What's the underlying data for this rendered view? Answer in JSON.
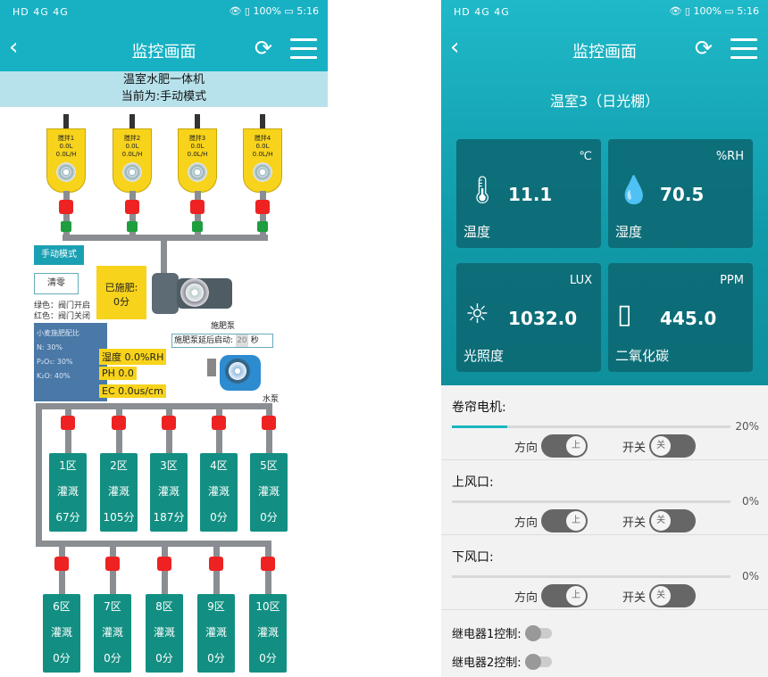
{
  "left": {
    "status": {
      "icons": "HD 4G 4G",
      "battery": "100%",
      "time": "5:16"
    },
    "appbar": {
      "title": "监控画面"
    },
    "banner": {
      "line1": "温室水肥一体机",
      "line2": "当前为:手动模式"
    },
    "tanks": [
      {
        "name": "搅拌1",
        "vol": "0.0L",
        "rate": "0.0L/H"
      },
      {
        "name": "搅拌2",
        "vol": "0.0L",
        "rate": "0.0L/H"
      },
      {
        "name": "搅拌3",
        "vol": "0.0L",
        "rate": "0.0L/H"
      },
      {
        "name": "搅拌4",
        "vol": "0.0L",
        "rate": "0.0L/H"
      }
    ],
    "mode_button": "手动模式",
    "clear_button": "清零",
    "legend": {
      "green": "绿色：阀门开启",
      "red": "红色：阀门关闭"
    },
    "applied": {
      "label": "已施肥:",
      "value": "0分"
    },
    "fert_pump": "施肥泵",
    "delay": {
      "label": "施肥泵延后启动:",
      "value": "20",
      "unit": "秒"
    },
    "ratio": {
      "title": "小麦施肥配比",
      "n": "N: 30%",
      "p": "P₂O₅: 30%",
      "k": "K₂O: 40%"
    },
    "readings": {
      "humidity": "湿度 0.0%RH",
      "ph": "PH 0.0",
      "ec": "EC 0.0us/cm"
    },
    "water_pump": "水泵",
    "zones_row1": [
      {
        "name": "1区",
        "state": "灌溉",
        "time": "67分"
      },
      {
        "name": "2区",
        "state": "灌溉",
        "time": "105分"
      },
      {
        "name": "3区",
        "state": "灌溉",
        "time": "187分"
      },
      {
        "name": "4区",
        "state": "灌溉",
        "time": "0分"
      },
      {
        "name": "5区",
        "state": "灌溉",
        "time": "0分"
      }
    ],
    "zones_row2": [
      {
        "name": "6区",
        "state": "灌溉",
        "time": "0分"
      },
      {
        "name": "7区",
        "state": "灌溉",
        "time": "0分"
      },
      {
        "name": "8区",
        "state": "灌溉",
        "time": "0分"
      },
      {
        "name": "9区",
        "state": "灌溉",
        "time": "0分"
      },
      {
        "name": "10区",
        "state": "灌溉",
        "time": "0分"
      }
    ]
  },
  "right": {
    "status": {
      "icons": "HD 4G 4G",
      "battery": "100%",
      "time": "5:16"
    },
    "appbar": {
      "title": "监控画面"
    },
    "greenhouse": "温室3（日光棚）",
    "cards": [
      {
        "unit": "℃",
        "value": "11.1",
        "label": "温度",
        "icon": "thermometer-icon"
      },
      {
        "unit": "%RH",
        "value": "70.5",
        "label": "湿度",
        "icon": "humidity-icon"
      },
      {
        "unit": "LUX",
        "value": "1032.0",
        "label": "光照度",
        "icon": "sun-icon"
      },
      {
        "unit": "PPM",
        "value": "445.0",
        "label": "二氧化碳",
        "icon": "co2-icon"
      }
    ],
    "controls": [
      {
        "title": "卷帘电机:",
        "percent": "20%",
        "progress": 0.2,
        "dir_label": "方向",
        "dir_knob": "上",
        "sw_label": "开关",
        "sw_knob": "关"
      },
      {
        "title": "上风口:",
        "percent": "0%",
        "progress": 0,
        "dir_label": "方向",
        "dir_knob": "上",
        "sw_label": "开关",
        "sw_knob": "关"
      },
      {
        "title": "下风口:",
        "percent": "0%",
        "progress": 0,
        "dir_label": "方向",
        "dir_knob": "上",
        "sw_label": "开关",
        "sw_knob": "关"
      }
    ],
    "relays": [
      {
        "label": "继电器1控制:"
      },
      {
        "label": "继电器2控制:"
      }
    ]
  },
  "colors": {
    "teal": "#18b1c4",
    "zone": "#128f82",
    "tank": "#f7d31b",
    "valve": "#e22222",
    "pipe": "#8a8e92"
  }
}
